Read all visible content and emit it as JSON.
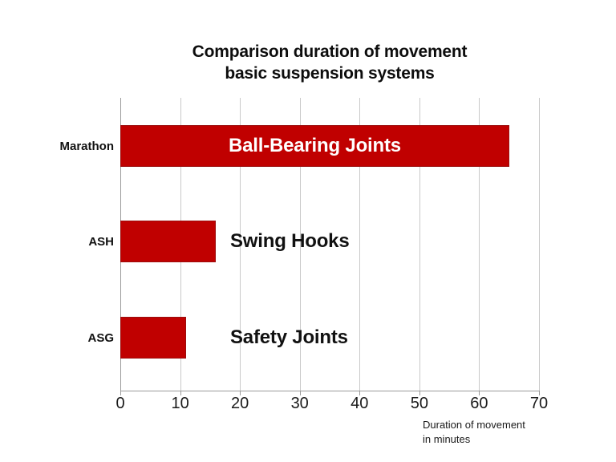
{
  "chart_data": {
    "type": "bar",
    "orientation": "horizontal",
    "title": "Comparison duration of movement basic suspension systems",
    "title_lines": [
      "Comparison duration of movement",
      "basic suspension systems"
    ],
    "categories": [
      "Marathon",
      "ASH",
      "ASG"
    ],
    "values": [
      65,
      16,
      11
    ],
    "point_labels": [
      "Ball-Bearing Joints",
      "Swing Hooks",
      "Safety Joints"
    ],
    "point_label_placement": [
      "inside",
      "outside",
      "outside"
    ],
    "xlabel": "Duration of movement in minutes",
    "xlabel_lines": [
      "Duration of movement",
      "in minutes"
    ],
    "ylabel": "",
    "xlim": [
      0,
      70
    ],
    "xticks": [
      0,
      10,
      20,
      30,
      40,
      50,
      60,
      70
    ],
    "xtick_labels": [
      "0",
      "10",
      "20",
      "30",
      "40",
      "50",
      "60",
      "70"
    ],
    "grid": "vertical",
    "legend": "none",
    "series": [
      {
        "name": "Duration of movement in minutes",
        "values": [
          65,
          16,
          11
        ],
        "color": "#C00000"
      }
    ],
    "colors": {
      "bar_fill": "#C00000",
      "bar_border": "#9C0D0D",
      "gridline": "#C9C9C9",
      "axis_line": "#9A9A9A",
      "background": "#FFFFFF",
      "inside_label_text": "#FFFFFF",
      "outside_label_text": "#111111"
    }
  }
}
